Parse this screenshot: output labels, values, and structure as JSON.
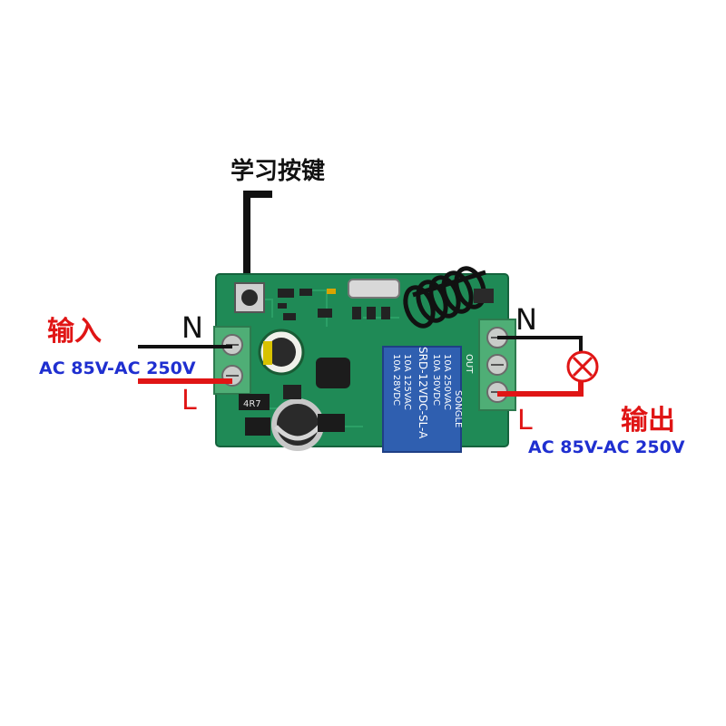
{
  "labels": {
    "learn_button": "学习按键",
    "input_title": "输入",
    "output_title": "输出",
    "input_voltage": "AC 85V-AC 250V",
    "output_voltage": "AC 85V-AC 250V",
    "neutral_in": "N",
    "neutral_out": "N",
    "live_in": "L",
    "live_out": "L"
  },
  "relay": {
    "brand": "SONGLE",
    "model": "SRD-12VDC-SL-A",
    "rating_ac": "10A 250VAC",
    "rating_dc": "10A 30VDC",
    "rating_ac2": "10A 125VAC",
    "rating_dc2": "10A 28VDC"
  },
  "board_marks": {
    "inductor": "4R7",
    "output_label": "OUT"
  },
  "colors": {
    "board": "#1f8a56",
    "terminal": "#4fae76",
    "relay": "#2f5fb0",
    "wire_live": "#e01515",
    "wire_neutral": "#111111",
    "voltage_text": "#1f2fd0",
    "title_text": "#e01515"
  },
  "icons": [
    "lamp-icon",
    "antenna-coil",
    "learn-button"
  ]
}
